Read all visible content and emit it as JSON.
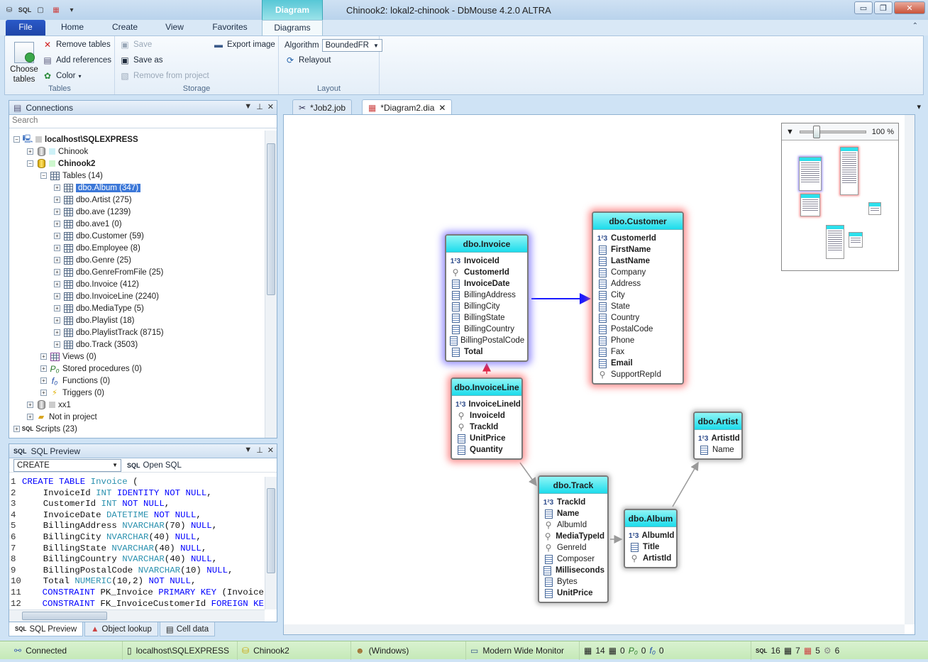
{
  "titlebar": {
    "window_title": "Chinook2: lokal2-chinook - DbMouse 4.2.0 ALTRA",
    "context_tab": "Diagram",
    "minimize": "▭",
    "restore": "❐",
    "close": "✕",
    "qat": [
      "db-icon",
      "SQL",
      "new-icon",
      "diagram-icon",
      "dropdown-icon"
    ]
  },
  "ribbon_tabs": {
    "file": "File",
    "home": "Home",
    "create": "Create",
    "view": "View",
    "favorites": "Favorites",
    "diagrams": "Diagrams"
  },
  "ribbon": {
    "tables_group": {
      "caption": "Tables",
      "choose_tables": "Choose tables",
      "remove_tables": "Remove tables",
      "add_references": "Add references",
      "color": "Color"
    },
    "storage_group": {
      "caption": "Storage",
      "save": "Save",
      "save_as": "Save as",
      "remove_from_project": "Remove from project",
      "export_image": "Export image"
    },
    "layout_group": {
      "caption": "Layout",
      "algorithm_label": "Algorithm",
      "algorithm_value": "BoundedFR",
      "relayout": "Relayout"
    }
  },
  "connections": {
    "title": "Connections",
    "search_placeholder": "Search",
    "server": "localhost\\SQLEXPRESS",
    "db1": "Chinook",
    "db2": "Chinook2",
    "tables_folder": "Tables (14)",
    "tables": [
      "dbo.Album (347)",
      "dbo.Artist (275)",
      "dbo.ave (1239)",
      "dbo.ave1 (0)",
      "dbo.Customer (59)",
      "dbo.Employee (8)",
      "dbo.Genre (25)",
      "dbo.GenreFromFile (25)",
      "dbo.Invoice (412)",
      "dbo.InvoiceLine (2240)",
      "dbo.MediaType (5)",
      "dbo.Playlist (18)",
      "dbo.PlaylistTrack (8715)",
      "dbo.Track (3503)"
    ],
    "views": "Views (0)",
    "stored_procedures": "Stored procedures (0)",
    "functions": "Functions (0)",
    "triggers": "Triggers (0)",
    "db3": "xx1",
    "not_in_project": "Not in project",
    "scripts": "Scripts (23)"
  },
  "sql_preview": {
    "title": "SQL Preview",
    "mode": "CREATE",
    "open_sql": "Open SQL",
    "lines": [
      [
        [
          "kw",
          "CREATE TABLE "
        ],
        [
          "ty",
          "Invoice"
        ],
        [
          "id",
          " ("
        ]
      ],
      [
        [
          "id",
          "    InvoiceId "
        ],
        [
          "ty",
          "INT "
        ],
        [
          "kw",
          "IDENTITY NOT NULL"
        ],
        [
          "id",
          ","
        ]
      ],
      [
        [
          "id",
          "    CustomerId "
        ],
        [
          "ty",
          "INT "
        ],
        [
          "kw",
          "NOT NULL"
        ],
        [
          "id",
          ","
        ]
      ],
      [
        [
          "id",
          "    InvoiceDate "
        ],
        [
          "ty",
          "DATETIME "
        ],
        [
          "kw",
          "NOT NULL"
        ],
        [
          "id",
          ","
        ]
      ],
      [
        [
          "id",
          "    BillingAddress "
        ],
        [
          "ty",
          "NVARCHAR"
        ],
        [
          "id",
          "(70) "
        ],
        [
          "kw",
          "NULL"
        ],
        [
          "id",
          ","
        ]
      ],
      [
        [
          "id",
          "    BillingCity "
        ],
        [
          "ty",
          "NVARCHAR"
        ],
        [
          "id",
          "(40) "
        ],
        [
          "kw",
          "NULL"
        ],
        [
          "id",
          ","
        ]
      ],
      [
        [
          "id",
          "    BillingState "
        ],
        [
          "ty",
          "NVARCHAR"
        ],
        [
          "id",
          "(40) "
        ],
        [
          "kw",
          "NULL"
        ],
        [
          "id",
          ","
        ]
      ],
      [
        [
          "id",
          "    BillingCountry "
        ],
        [
          "ty",
          "NVARCHAR"
        ],
        [
          "id",
          "(40) "
        ],
        [
          "kw",
          "NULL"
        ],
        [
          "id",
          ","
        ]
      ],
      [
        [
          "id",
          "    BillingPostalCode "
        ],
        [
          "ty",
          "NVARCHAR"
        ],
        [
          "id",
          "(10) "
        ],
        [
          "kw",
          "NULL"
        ],
        [
          "id",
          ","
        ]
      ],
      [
        [
          "id",
          "    Total "
        ],
        [
          "ty",
          "NUMERIC"
        ],
        [
          "id",
          "(10,2) "
        ],
        [
          "kw",
          "NOT NULL"
        ],
        [
          "id",
          ","
        ]
      ],
      [
        [
          "id",
          "    "
        ],
        [
          "kw",
          "CONSTRAINT "
        ],
        [
          "id",
          "PK_Invoice "
        ],
        [
          "kw",
          "PRIMARY KEY "
        ],
        [
          "id",
          "(Invoice"
        ]
      ],
      [
        [
          "id",
          "    "
        ],
        [
          "kw",
          "CONSTRAINT "
        ],
        [
          "id",
          "FK_InvoiceCustomerId "
        ],
        [
          "kw",
          "FOREIGN KEY"
        ]
      ]
    ]
  },
  "bottom_tabs": {
    "sql_preview": "SQL Preview",
    "object_lookup": "Object lookup",
    "cell_data": "Cell data"
  },
  "doc_tabs": {
    "job": "*Job2.job",
    "diagram": "*Diagram2.dia"
  },
  "zoom": {
    "label": "100 %",
    "level": 0.25
  },
  "entities": {
    "invoice": {
      "title": "dbo.Invoice",
      "fields": [
        {
          "n": "InvoiceId",
          "t": "num",
          "b": true
        },
        {
          "n": "CustomerId",
          "t": "key",
          "b": true
        },
        {
          "n": "InvoiceDate",
          "t": "doc",
          "b": true
        },
        {
          "n": "BillingAddress",
          "t": "doc",
          "b": false
        },
        {
          "n": "BillingCity",
          "t": "doc",
          "b": false
        },
        {
          "n": "BillingState",
          "t": "doc",
          "b": false
        },
        {
          "n": "BillingCountry",
          "t": "doc",
          "b": false
        },
        {
          "n": "BillingPostalCode",
          "t": "doc",
          "b": false
        },
        {
          "n": "Total",
          "t": "doc",
          "b": true
        }
      ]
    },
    "customer": {
      "title": "dbo.Customer",
      "fields": [
        {
          "n": "CustomerId",
          "t": "num",
          "b": true
        },
        {
          "n": "FirstName",
          "t": "doc",
          "b": true
        },
        {
          "n": "LastName",
          "t": "doc",
          "b": true
        },
        {
          "n": "Company",
          "t": "doc",
          "b": false
        },
        {
          "n": "Address",
          "t": "doc",
          "b": false
        },
        {
          "n": "City",
          "t": "doc",
          "b": false
        },
        {
          "n": "State",
          "t": "doc",
          "b": false
        },
        {
          "n": "Country",
          "t": "doc",
          "b": false
        },
        {
          "n": "PostalCode",
          "t": "doc",
          "b": false
        },
        {
          "n": "Phone",
          "t": "doc",
          "b": false
        },
        {
          "n": "Fax",
          "t": "doc",
          "b": false
        },
        {
          "n": "Email",
          "t": "doc",
          "b": true
        },
        {
          "n": "SupportRepId",
          "t": "key",
          "b": false
        }
      ]
    },
    "invoiceline": {
      "title": "dbo.InvoiceLine",
      "fields": [
        {
          "n": "InvoiceLineId",
          "t": "num",
          "b": true
        },
        {
          "n": "InvoiceId",
          "t": "key",
          "b": true
        },
        {
          "n": "TrackId",
          "t": "key",
          "b": true
        },
        {
          "n": "UnitPrice",
          "t": "doc",
          "b": true
        },
        {
          "n": "Quantity",
          "t": "doc",
          "b": true
        }
      ]
    },
    "artist": {
      "title": "dbo.Artist",
      "fields": [
        {
          "n": "ArtistId",
          "t": "num",
          "b": true
        },
        {
          "n": "Name",
          "t": "doc",
          "b": false
        }
      ]
    },
    "track": {
      "title": "dbo.Track",
      "fields": [
        {
          "n": "TrackId",
          "t": "num",
          "b": true
        },
        {
          "n": "Name",
          "t": "doc",
          "b": true
        },
        {
          "n": "AlbumId",
          "t": "key",
          "b": false
        },
        {
          "n": "MediaTypeId",
          "t": "key",
          "b": true
        },
        {
          "n": "GenreId",
          "t": "key",
          "b": false
        },
        {
          "n": "Composer",
          "t": "doc",
          "b": false
        },
        {
          "n": "Milliseconds",
          "t": "doc",
          "b": true
        },
        {
          "n": "Bytes",
          "t": "doc",
          "b": false
        },
        {
          "n": "UnitPrice",
          "t": "doc",
          "b": true
        }
      ]
    },
    "album": {
      "title": "dbo.Album",
      "fields": [
        {
          "n": "AlbumId",
          "t": "num",
          "b": true
        },
        {
          "n": "Title",
          "t": "doc",
          "b": true
        },
        {
          "n": "ArtistId",
          "t": "key",
          "b": true
        }
      ]
    }
  },
  "statusbar": {
    "connected": "Connected",
    "server": "localhost\\SQLEXPRESS",
    "database": "Chinook2",
    "auth": "(Windows)",
    "monitor": "Modern Wide Monitor",
    "tables_count": "14",
    "views_count": "0",
    "procs_count": "0",
    "funcs_count": "0",
    "scripts_count": "16",
    "tables2_count": "7",
    "diagrams_count": "5",
    "jobs_count": "6"
  }
}
